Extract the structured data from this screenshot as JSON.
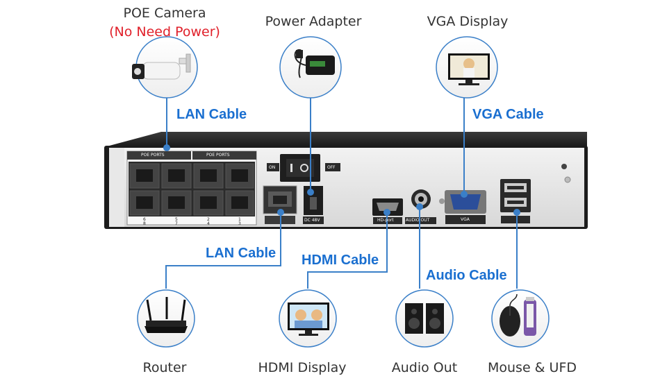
{
  "devices": {
    "poe_camera": "POE Camera",
    "poe_camera_note": "(No Need Power)",
    "power_adapter": "Power Adapter",
    "vga_display": "VGA Display",
    "router": "Router",
    "hdmi_display": "HDMI Display",
    "audio_out": "Audio Out",
    "mouse_ufd": "Mouse & UFD"
  },
  "cables": {
    "lan_top": "LAN Cable",
    "vga": "VGA Cable",
    "lan_bottom": "LAN Cable",
    "hdmi": "HDMI Cable",
    "audio": "Audio Cable"
  },
  "panel": {
    "poe_ports_left": "POE PORTS",
    "poe_ports_right": "POE PORTS",
    "on": "ON",
    "off": "OFF",
    "dc": "DC 48V",
    "hd_port": "HD-port",
    "audio_out": "AUDIO OUT",
    "vga": "VGA",
    "port_numbers_top": [
      "6",
      "5",
      "2",
      "1"
    ],
    "port_numbers_bottom": [
      "8",
      "7",
      "4",
      "3"
    ]
  },
  "colors": {
    "cable_line": "#3a7fc8",
    "cable_text": "#1a6fd0",
    "warning_text": "#e0202a"
  }
}
